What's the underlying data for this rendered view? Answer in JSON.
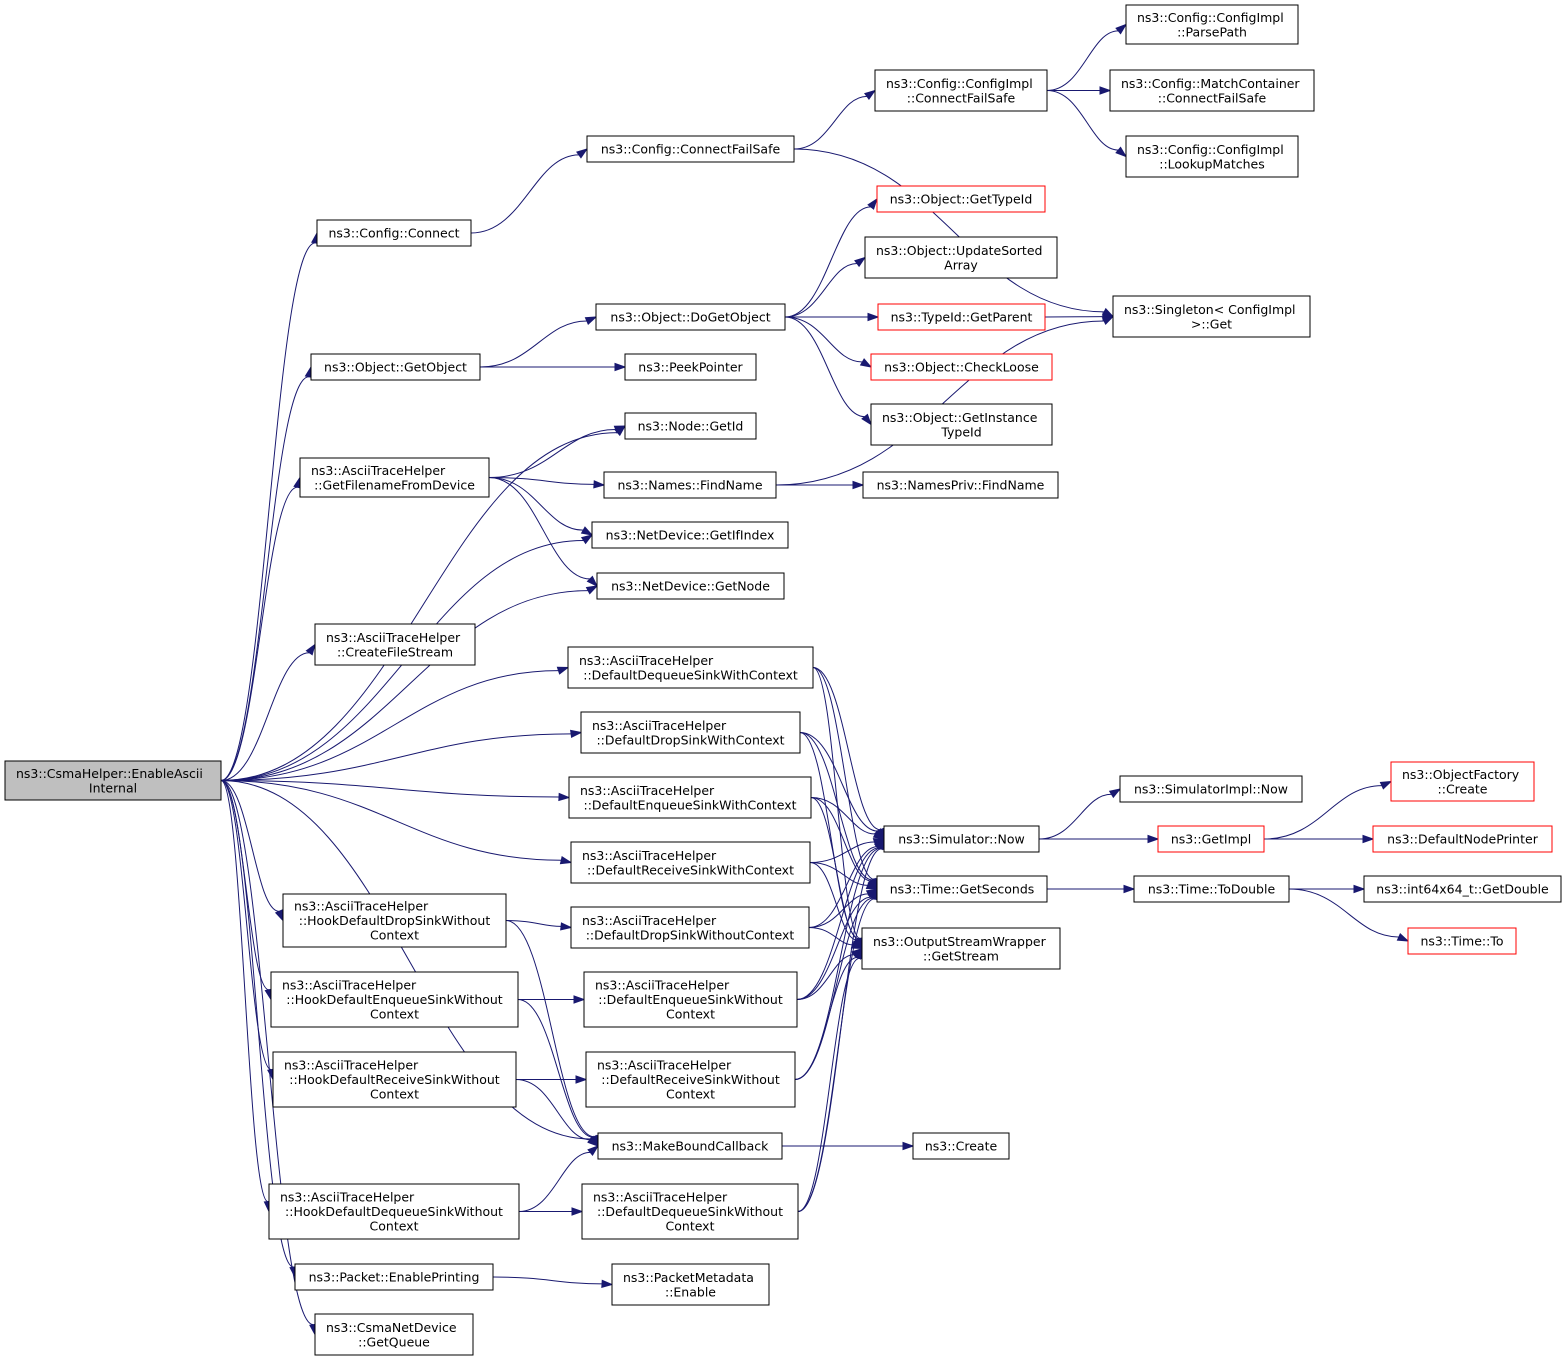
{
  "nodes": [
    {
      "id": "root",
      "lines": [
        "ns3::CsmaHelper::EnableAscii",
        "Internal"
      ],
      "root": true
    },
    {
      "id": "cfgConnect",
      "lines": [
        "ns3::Config::Connect"
      ]
    },
    {
      "id": "cfgCFS",
      "lines": [
        "ns3::Config::ConnectFailSafe"
      ]
    },
    {
      "id": "cfgImplCFS",
      "lines": [
        "ns3::Config::ConfigImpl",
        "::ConnectFailSafe"
      ]
    },
    {
      "id": "parsePath",
      "lines": [
        "ns3::Config::ConfigImpl",
        "::ParsePath"
      ]
    },
    {
      "id": "matchCFS",
      "lines": [
        "ns3::Config::MatchContainer",
        "::ConnectFailSafe"
      ]
    },
    {
      "id": "lookup",
      "lines": [
        "ns3::Config::ConfigImpl",
        "::LookupMatches"
      ]
    },
    {
      "id": "getTypeId",
      "lines": [
        "ns3::Object::GetTypeId"
      ],
      "truncated": true
    },
    {
      "id": "updSorted",
      "lines": [
        "ns3::Object::UpdateSorted",
        "Array"
      ]
    },
    {
      "id": "doGetObj",
      "lines": [
        "ns3::Object::DoGetObject"
      ]
    },
    {
      "id": "getParent",
      "lines": [
        "ns3::TypeId::GetParent"
      ],
      "truncated": true
    },
    {
      "id": "singleton",
      "lines": [
        "ns3::Singleton< ConfigImpl",
        ">::Get"
      ]
    },
    {
      "id": "getObject",
      "lines": [
        "ns3::Object::GetObject"
      ]
    },
    {
      "id": "peek",
      "lines": [
        "ns3::PeekPointer"
      ]
    },
    {
      "id": "checkLoose",
      "lines": [
        "ns3::Object::CheckLoose"
      ],
      "truncated": true
    },
    {
      "id": "getInst",
      "lines": [
        "ns3::Object::GetInstance",
        "TypeId"
      ]
    },
    {
      "id": "nodeGetId",
      "lines": [
        "ns3::Node::GetId"
      ]
    },
    {
      "id": "getFilename",
      "lines": [
        "ns3::AsciiTraceHelper",
        "::GetFilenameFromDevice"
      ]
    },
    {
      "id": "namesFind",
      "lines": [
        "ns3::Names::FindName"
      ]
    },
    {
      "id": "namesPrivFind",
      "lines": [
        "ns3::NamesPriv::FindName"
      ]
    },
    {
      "id": "getIfIndex",
      "lines": [
        "ns3::NetDevice::GetIfIndex"
      ]
    },
    {
      "id": "getNode",
      "lines": [
        "ns3::NetDevice::GetNode"
      ]
    },
    {
      "id": "createFile",
      "lines": [
        "ns3::AsciiTraceHelper",
        "::CreateFileStream"
      ]
    },
    {
      "id": "dDeqCtx",
      "lines": [
        "ns3::AsciiTraceHelper",
        "::DefaultDequeueSinkWithContext"
      ]
    },
    {
      "id": "dDropCtx",
      "lines": [
        "ns3::AsciiTraceHelper",
        "::DefaultDropSinkWithContext"
      ]
    },
    {
      "id": "dEnqCtx",
      "lines": [
        "ns3::AsciiTraceHelper",
        "::DefaultEnqueueSinkWithContext"
      ]
    },
    {
      "id": "dRecvCtx",
      "lines": [
        "ns3::AsciiTraceHelper",
        "::DefaultReceiveSinkWithContext"
      ]
    },
    {
      "id": "simNow",
      "lines": [
        "ns3::Simulator::Now"
      ]
    },
    {
      "id": "simImplNow",
      "lines": [
        "ns3::SimulatorImpl::Now"
      ]
    },
    {
      "id": "getImpl",
      "lines": [
        "ns3::GetImpl"
      ],
      "truncated": true
    },
    {
      "id": "objFactory",
      "lines": [
        "ns3::ObjectFactory",
        "::Create"
      ],
      "truncated": true
    },
    {
      "id": "defNodePrinter",
      "lines": [
        "ns3::DefaultNodePrinter"
      ],
      "truncated": true
    },
    {
      "id": "getSeconds",
      "lines": [
        "ns3::Time::GetSeconds"
      ]
    },
    {
      "id": "toDouble",
      "lines": [
        "ns3::Time::ToDouble"
      ]
    },
    {
      "id": "getDouble",
      "lines": [
        "ns3::int64x64_t::GetDouble"
      ]
    },
    {
      "id": "timeTo",
      "lines": [
        "ns3::Time::To"
      ],
      "truncated": true
    },
    {
      "id": "getStream",
      "lines": [
        "ns3::OutputStreamWrapper",
        "::GetStream"
      ]
    },
    {
      "id": "hDropNC",
      "lines": [
        "ns3::AsciiTraceHelper",
        "::HookDefaultDropSinkWithout",
        "Context"
      ]
    },
    {
      "id": "dDropNC",
      "lines": [
        "ns3::AsciiTraceHelper",
        "::DefaultDropSinkWithoutContext"
      ]
    },
    {
      "id": "hEnqNC",
      "lines": [
        "ns3::AsciiTraceHelper",
        "::HookDefaultEnqueueSinkWithout",
        "Context"
      ]
    },
    {
      "id": "dEnqNC",
      "lines": [
        "ns3::AsciiTraceHelper",
        "::DefaultEnqueueSinkWithout",
        "Context"
      ]
    },
    {
      "id": "hRecvNC",
      "lines": [
        "ns3::AsciiTraceHelper",
        "::HookDefaultReceiveSinkWithout",
        "Context"
      ]
    },
    {
      "id": "dRecvNC",
      "lines": [
        "ns3::AsciiTraceHelper",
        "::DefaultReceiveSinkWithout",
        "Context"
      ]
    },
    {
      "id": "makeBound",
      "lines": [
        "ns3::MakeBoundCallback"
      ]
    },
    {
      "id": "create",
      "lines": [
        "ns3::Create"
      ]
    },
    {
      "id": "hDeqNC",
      "lines": [
        "ns3::AsciiTraceHelper",
        "::HookDefaultDequeueSinkWithout",
        "Context"
      ]
    },
    {
      "id": "dDeqNC",
      "lines": [
        "ns3::AsciiTraceHelper",
        "::DefaultDequeueSinkWithout",
        "Context"
      ]
    },
    {
      "id": "enablePrinting",
      "lines": [
        "ns3::Packet::EnablePrinting"
      ]
    },
    {
      "id": "pmEnable",
      "lines": [
        "ns3::PacketMetadata",
        "::Enable"
      ]
    },
    {
      "id": "getQueue",
      "lines": [
        "ns3::CsmaNetDevice",
        "::GetQueue"
      ]
    }
  ],
  "edges": [
    [
      "root",
      "cfgConnect"
    ],
    [
      "root",
      "getObject"
    ],
    [
      "root",
      "nodeGetId"
    ],
    [
      "root",
      "getFilename"
    ],
    [
      "root",
      "getIfIndex"
    ],
    [
      "root",
      "getNode"
    ],
    [
      "root",
      "createFile"
    ],
    [
      "root",
      "dDeqCtx"
    ],
    [
      "root",
      "dDropCtx"
    ],
    [
      "root",
      "dEnqCtx"
    ],
    [
      "root",
      "dRecvCtx"
    ],
    [
      "root",
      "hDropNC"
    ],
    [
      "root",
      "hEnqNC"
    ],
    [
      "root",
      "hRecvNC"
    ],
    [
      "root",
      "makeBound"
    ],
    [
      "root",
      "hDeqNC"
    ],
    [
      "root",
      "enablePrinting"
    ],
    [
      "root",
      "getQueue"
    ],
    [
      "cfgConnect",
      "cfgCFS"
    ],
    [
      "cfgCFS",
      "cfgImplCFS"
    ],
    [
      "cfgCFS",
      "singleton"
    ],
    [
      "cfgImplCFS",
      "parsePath"
    ],
    [
      "cfgImplCFS",
      "matchCFS"
    ],
    [
      "cfgImplCFS",
      "lookup"
    ],
    [
      "getObject",
      "doGetObj"
    ],
    [
      "getObject",
      "peek"
    ],
    [
      "doGetObj",
      "getTypeId"
    ],
    [
      "doGetObj",
      "updSorted"
    ],
    [
      "doGetObj",
      "getParent"
    ],
    [
      "doGetObj",
      "checkLoose"
    ],
    [
      "doGetObj",
      "getInst"
    ],
    [
      "getParent",
      "singleton"
    ],
    [
      "getFilename",
      "nodeGetId"
    ],
    [
      "getFilename",
      "namesFind"
    ],
    [
      "getFilename",
      "getIfIndex"
    ],
    [
      "getFilename",
      "getNode"
    ],
    [
      "namesFind",
      "namesPrivFind"
    ],
    [
      "namesFind",
      "singleton"
    ],
    [
      "dDeqCtx",
      "simNow"
    ],
    [
      "dDeqCtx",
      "getSeconds"
    ],
    [
      "dDeqCtx",
      "getStream"
    ],
    [
      "dDropCtx",
      "simNow"
    ],
    [
      "dDropCtx",
      "getSeconds"
    ],
    [
      "dDropCtx",
      "getStream"
    ],
    [
      "dEnqCtx",
      "simNow"
    ],
    [
      "dEnqCtx",
      "getSeconds"
    ],
    [
      "dEnqCtx",
      "getStream"
    ],
    [
      "dRecvCtx",
      "simNow"
    ],
    [
      "dRecvCtx",
      "getSeconds"
    ],
    [
      "dRecvCtx",
      "getStream"
    ],
    [
      "simNow",
      "simImplNow"
    ],
    [
      "simNow",
      "getImpl"
    ],
    [
      "getImpl",
      "objFactory"
    ],
    [
      "getImpl",
      "defNodePrinter"
    ],
    [
      "getSeconds",
      "toDouble"
    ],
    [
      "toDouble",
      "getDouble"
    ],
    [
      "toDouble",
      "timeTo"
    ],
    [
      "hDropNC",
      "dDropNC"
    ],
    [
      "hDropNC",
      "makeBound"
    ],
    [
      "dDropNC",
      "simNow"
    ],
    [
      "dDropNC",
      "getSeconds"
    ],
    [
      "dDropNC",
      "getStream"
    ],
    [
      "hEnqNC",
      "dEnqNC"
    ],
    [
      "hEnqNC",
      "makeBound"
    ],
    [
      "dEnqNC",
      "simNow"
    ],
    [
      "dEnqNC",
      "getSeconds"
    ],
    [
      "dEnqNC",
      "getStream"
    ],
    [
      "hRecvNC",
      "dRecvNC"
    ],
    [
      "hRecvNC",
      "makeBound"
    ],
    [
      "dRecvNC",
      "simNow"
    ],
    [
      "dRecvNC",
      "getSeconds"
    ],
    [
      "dRecvNC",
      "getStream"
    ],
    [
      "makeBound",
      "create"
    ],
    [
      "hDeqNC",
      "dDeqNC"
    ],
    [
      "hDeqNC",
      "makeBound"
    ],
    [
      "dDeqNC",
      "simNow"
    ],
    [
      "dDeqNC",
      "getSeconds"
    ],
    [
      "dDeqNC",
      "getStream"
    ],
    [
      "enablePrinting",
      "pmEnable"
    ]
  ]
}
